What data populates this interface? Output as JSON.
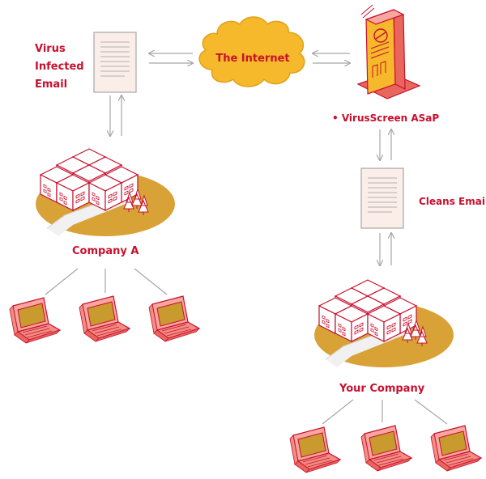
{
  "labels": {
    "virus_line1": "Virus",
    "virus_line2": "Infected",
    "virus_line3": "Email",
    "internet": "The Internet",
    "virusscreen": "• VirusScreen ASaP",
    "cleans_email": "Cleans Emai",
    "company_a": "Company A",
    "your_company": "Your Company"
  },
  "colors": {
    "accent_red": "#c8102e",
    "cloud_yellow": "#f6b92b",
    "island_gold": "#d9a237",
    "laptop_screen": "#c99a2e",
    "document_fill": "#fbeee8",
    "arrow_gray": "#a6a6a6"
  }
}
